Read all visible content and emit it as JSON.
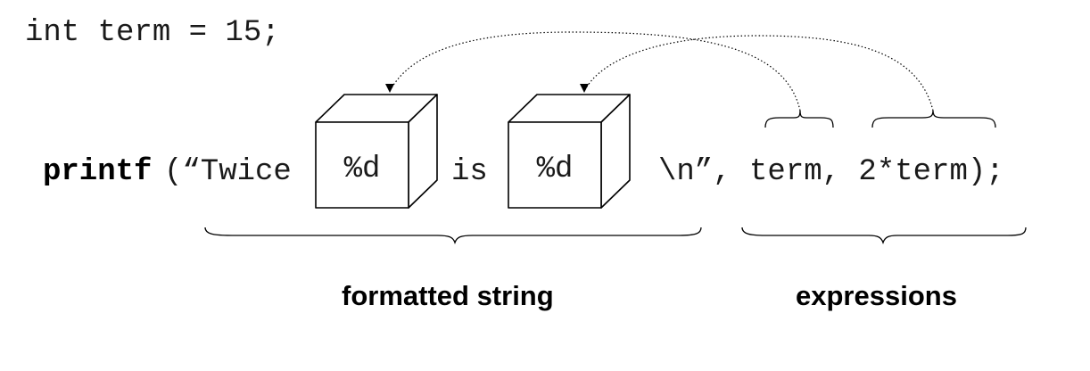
{
  "declaration": "int term = 15;",
  "call": {
    "function_name": "printf",
    "open": "(“Twice",
    "word_is": "is",
    "tail": "\\n”, term, 2*term);"
  },
  "placeholders": [
    "%d",
    "%d"
  ],
  "labels": {
    "formatted_string": "formatted string",
    "expressions": "expressions"
  }
}
